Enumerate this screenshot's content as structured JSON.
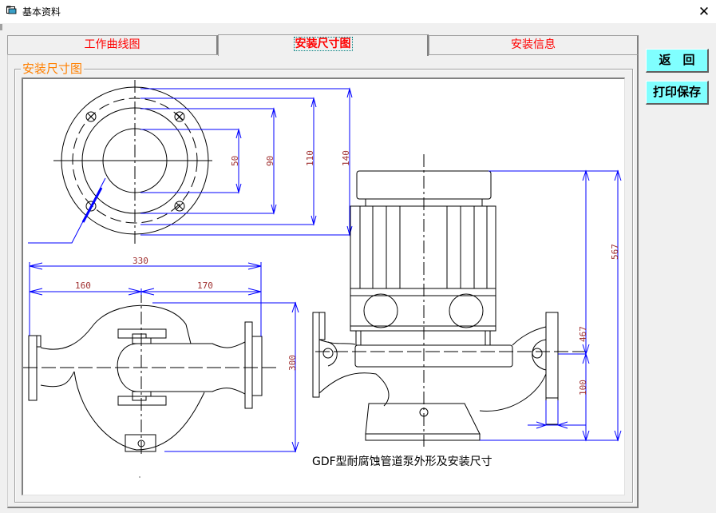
{
  "window": {
    "title": "基本资料",
    "icon": "folder-window-icon",
    "close_icon": "close-icon",
    "close_glyph": "✕"
  },
  "tabs": [
    {
      "label": "工作曲线图",
      "active": false
    },
    {
      "label": "安装尺寸图",
      "active": true
    },
    {
      "label": "安装信息",
      "active": false
    }
  ],
  "group": {
    "label": "安装尺寸图"
  },
  "buttons": {
    "back_label": "返　回",
    "print_save_label": "打印保存"
  },
  "colors": {
    "tab_text": "#ff0000",
    "group_label": "#ff8000",
    "button_bg": "#80ffff",
    "dimension_line": "#0000ff",
    "dimension_text": "#a03030",
    "drawing_line": "#000000"
  },
  "drawing": {
    "caption": "GDF型耐腐蚀管道泵外形及安装尺寸",
    "flange_view_dims": [
      "50",
      "90",
      "110",
      "140"
    ],
    "top_view_dims": {
      "overall_width": "330",
      "left_width": "160",
      "right_width": "170",
      "depth": "300"
    },
    "side_view_dims": {
      "overall_height": "567",
      "motor_to_axis": "467",
      "axis_height": "100"
    }
  }
}
